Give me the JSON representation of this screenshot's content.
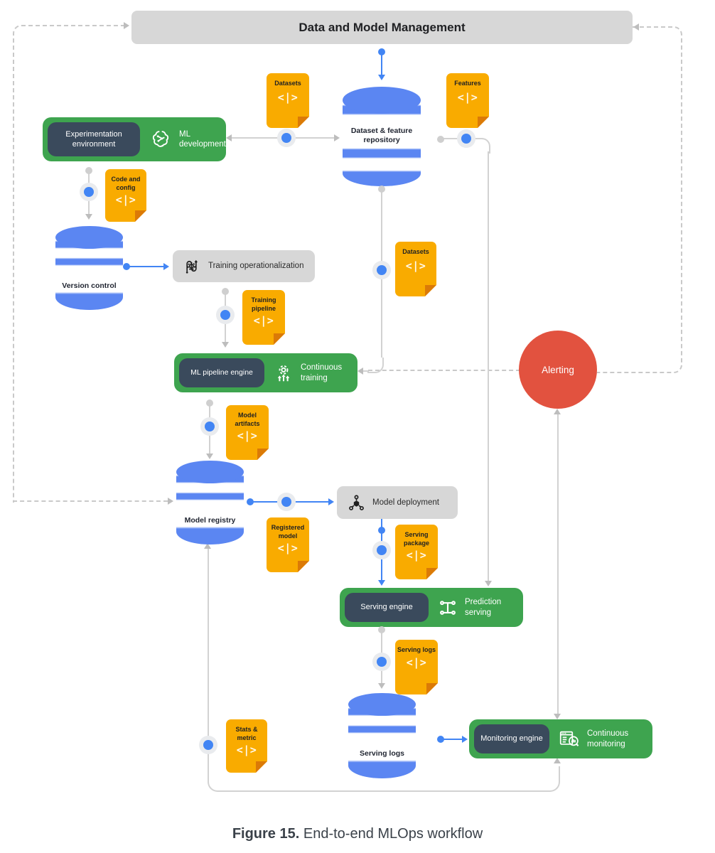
{
  "title_banner": "Data and Model Management",
  "caption": {
    "prefix": "Figure 15.",
    "text": "End-to-end MLOps workflow"
  },
  "file_glyph": "<|>",
  "alerting_label": "Alerting",
  "processes": {
    "ml_development": {
      "chip": "Experimentation environment",
      "label": "ML development",
      "icon": "brain-icon"
    },
    "training_operationalization": {
      "label": "Training operationalization",
      "icon": "pipeline-loop-icon"
    },
    "continuous_training": {
      "chip": "ML pipeline engine",
      "label": "Continuous training",
      "icon": "gear-up-arrows-icon"
    },
    "model_deployment": {
      "label": "Model deployment",
      "icon": "connected-nodes-icon"
    },
    "prediction_serving": {
      "chip": "Serving engine",
      "label": "Prediction serving",
      "icon": "serving-grid-icon"
    },
    "continuous_monitoring": {
      "chip": "Monitoring engine",
      "label": "Continuous monitoring",
      "icon": "dashboard-magnifier-icon"
    }
  },
  "datastores": {
    "feature_repository": "Dataset & feature repository",
    "version_control": "Version control",
    "model_registry": "Model registry",
    "serving_logs": "Serving logs"
  },
  "artifacts": {
    "datasets_top": "Datasets",
    "features": "Features",
    "code_and_config": "Code and config",
    "training_pipeline": "Training pipeline",
    "datasets_mid": "Datasets",
    "model_artifacts": "Model artifacts",
    "registered_model": "Registered model",
    "serving_package": "Serving package",
    "serving_logs_file": "Serving logs",
    "stats_metric": "Stats & metric"
  },
  "colors": {
    "process_green": "#3EA44F",
    "chip_navy": "#3A4A5C",
    "artifact_yellow": "#F9AB00",
    "artifact_fold": "#DB7A07",
    "database_blue": "#5B86F2",
    "connector_blue": "#4285F4",
    "alert_red": "#E2523F",
    "box_gray": "#D7D7D7",
    "line_gray": "#D2D2D2",
    "text_dark": "#202124"
  }
}
